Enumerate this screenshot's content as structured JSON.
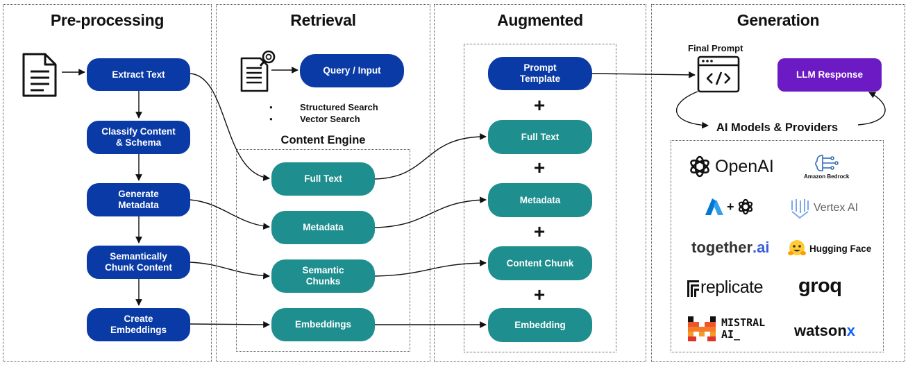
{
  "columns": [
    {
      "title": "Pre-processing"
    },
    {
      "title": "Retrieval"
    },
    {
      "title": "Augmented"
    },
    {
      "title": "Generation"
    }
  ],
  "preprocessing": {
    "steps": [
      "Extract Text",
      "Classify Content\n& Schema",
      "Generate\nMetadata",
      "Semantically\nChunk Content",
      "Create\nEmbeddings"
    ]
  },
  "retrieval": {
    "query": "Query / Input",
    "search_types": [
      "Structured Search",
      "Vector Search"
    ],
    "engine_title": "Content Engine",
    "engine_items": [
      "Full Text",
      "Metadata",
      "Semantic\nChunks",
      "Embeddings"
    ]
  },
  "augmented": {
    "items": [
      "Prompt\nTemplate",
      "Full Text",
      "Metadata",
      "Content Chunk",
      "Embedding"
    ],
    "plus": "+"
  },
  "generation": {
    "final_prompt": "Final Prompt",
    "llm_response": "LLM Response",
    "providers_title": "AI Models & Providers",
    "providers": {
      "openai": "OpenAI",
      "bedrock": "Amazon Bedrock",
      "azure_plus": "+",
      "vertex": "Vertex AI",
      "together_a": "together",
      "together_b": ".ai",
      "hugging": "Hugging Face",
      "replicate": "replicate",
      "groq": "groq",
      "mistral_a": "MISTRAL",
      "mistral_b": "AI_",
      "watson_a": "watson",
      "watson_b": "x"
    }
  },
  "colors": {
    "blue": "#0a3aa5",
    "teal": "#1e8e8e",
    "purple": "#6c1bc4",
    "mistral_orange": "#f0552a",
    "watson_blue": "#0f62fe",
    "azure_blue": "#0078d4",
    "hugging_yellow": "#ffcc33"
  }
}
